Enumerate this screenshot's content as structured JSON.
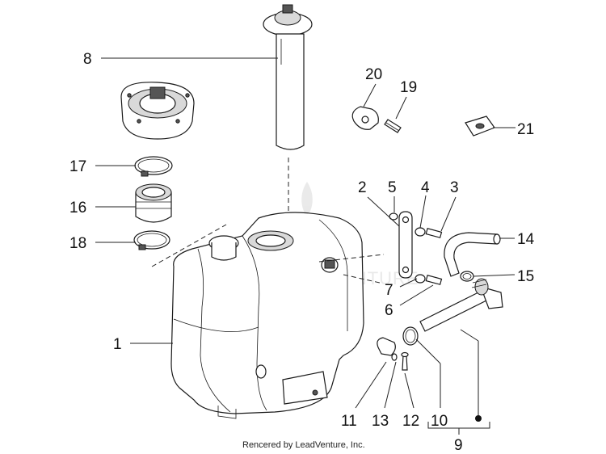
{
  "diagram": {
    "watermark": "LEADVENTURE",
    "credit": "Rencered by LeadVenture, Inc.",
    "callouts": [
      "1",
      "2",
      "3",
      "4",
      "5",
      "6",
      "7",
      "8",
      "9",
      "10",
      "11",
      "12",
      "13",
      "14",
      "15",
      "16",
      "17",
      "18",
      "19",
      "20",
      "21"
    ]
  }
}
